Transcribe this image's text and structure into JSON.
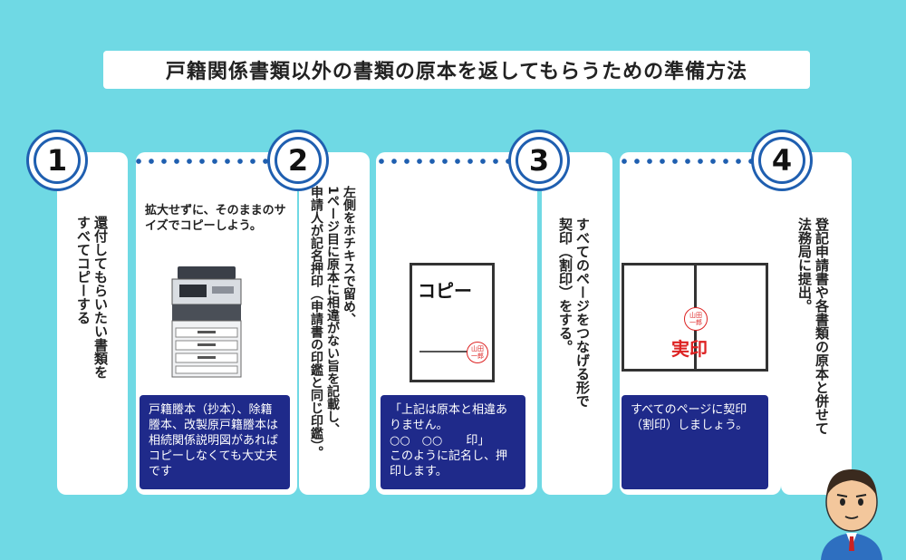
{
  "title": "戸籍関係書類以外の書類の原本を返してもらうための準備方法",
  "steps": [
    {
      "number": "1",
      "text": "還付してもらいたい書類を\nすべてコピーする"
    },
    {
      "number": "2",
      "text": "左側をホチキスで留め、\n1ページ目に原本に相違がない旨を記載し、\n申請人が記名押印（申請書の印鑑と同じ印鑑）。"
    },
    {
      "number": "3",
      "text": "すべてのページをつなげる形で\n契印（割印）をする。"
    },
    {
      "number": "4",
      "text": "登記申請書や各書類の原本と併せて\n法務局に提出。"
    }
  ],
  "step1_note": "拡大せずに、そのままのサイズでコピーしよう。",
  "step1_box": "戸籍謄本（抄本）、除籍謄本、改製原戸籍謄本は相続関係説明図があればコピーしなくても大丈夫です",
  "step2_doc_label": "コピー",
  "stamp_text": "山田\n一郎",
  "step2_box": "「上記は原本と相違ありません。\n○○　○○　　印」\nこのように記名し、押印します。",
  "step3_doc_label": "実印",
  "step3_box": "すべてのページに契印（割印）しましょう。",
  "colors": {
    "background": "#6fd9e4",
    "accent": "#1f5fb0",
    "box": "#1f2a8a",
    "stamp": "#dd2222"
  }
}
